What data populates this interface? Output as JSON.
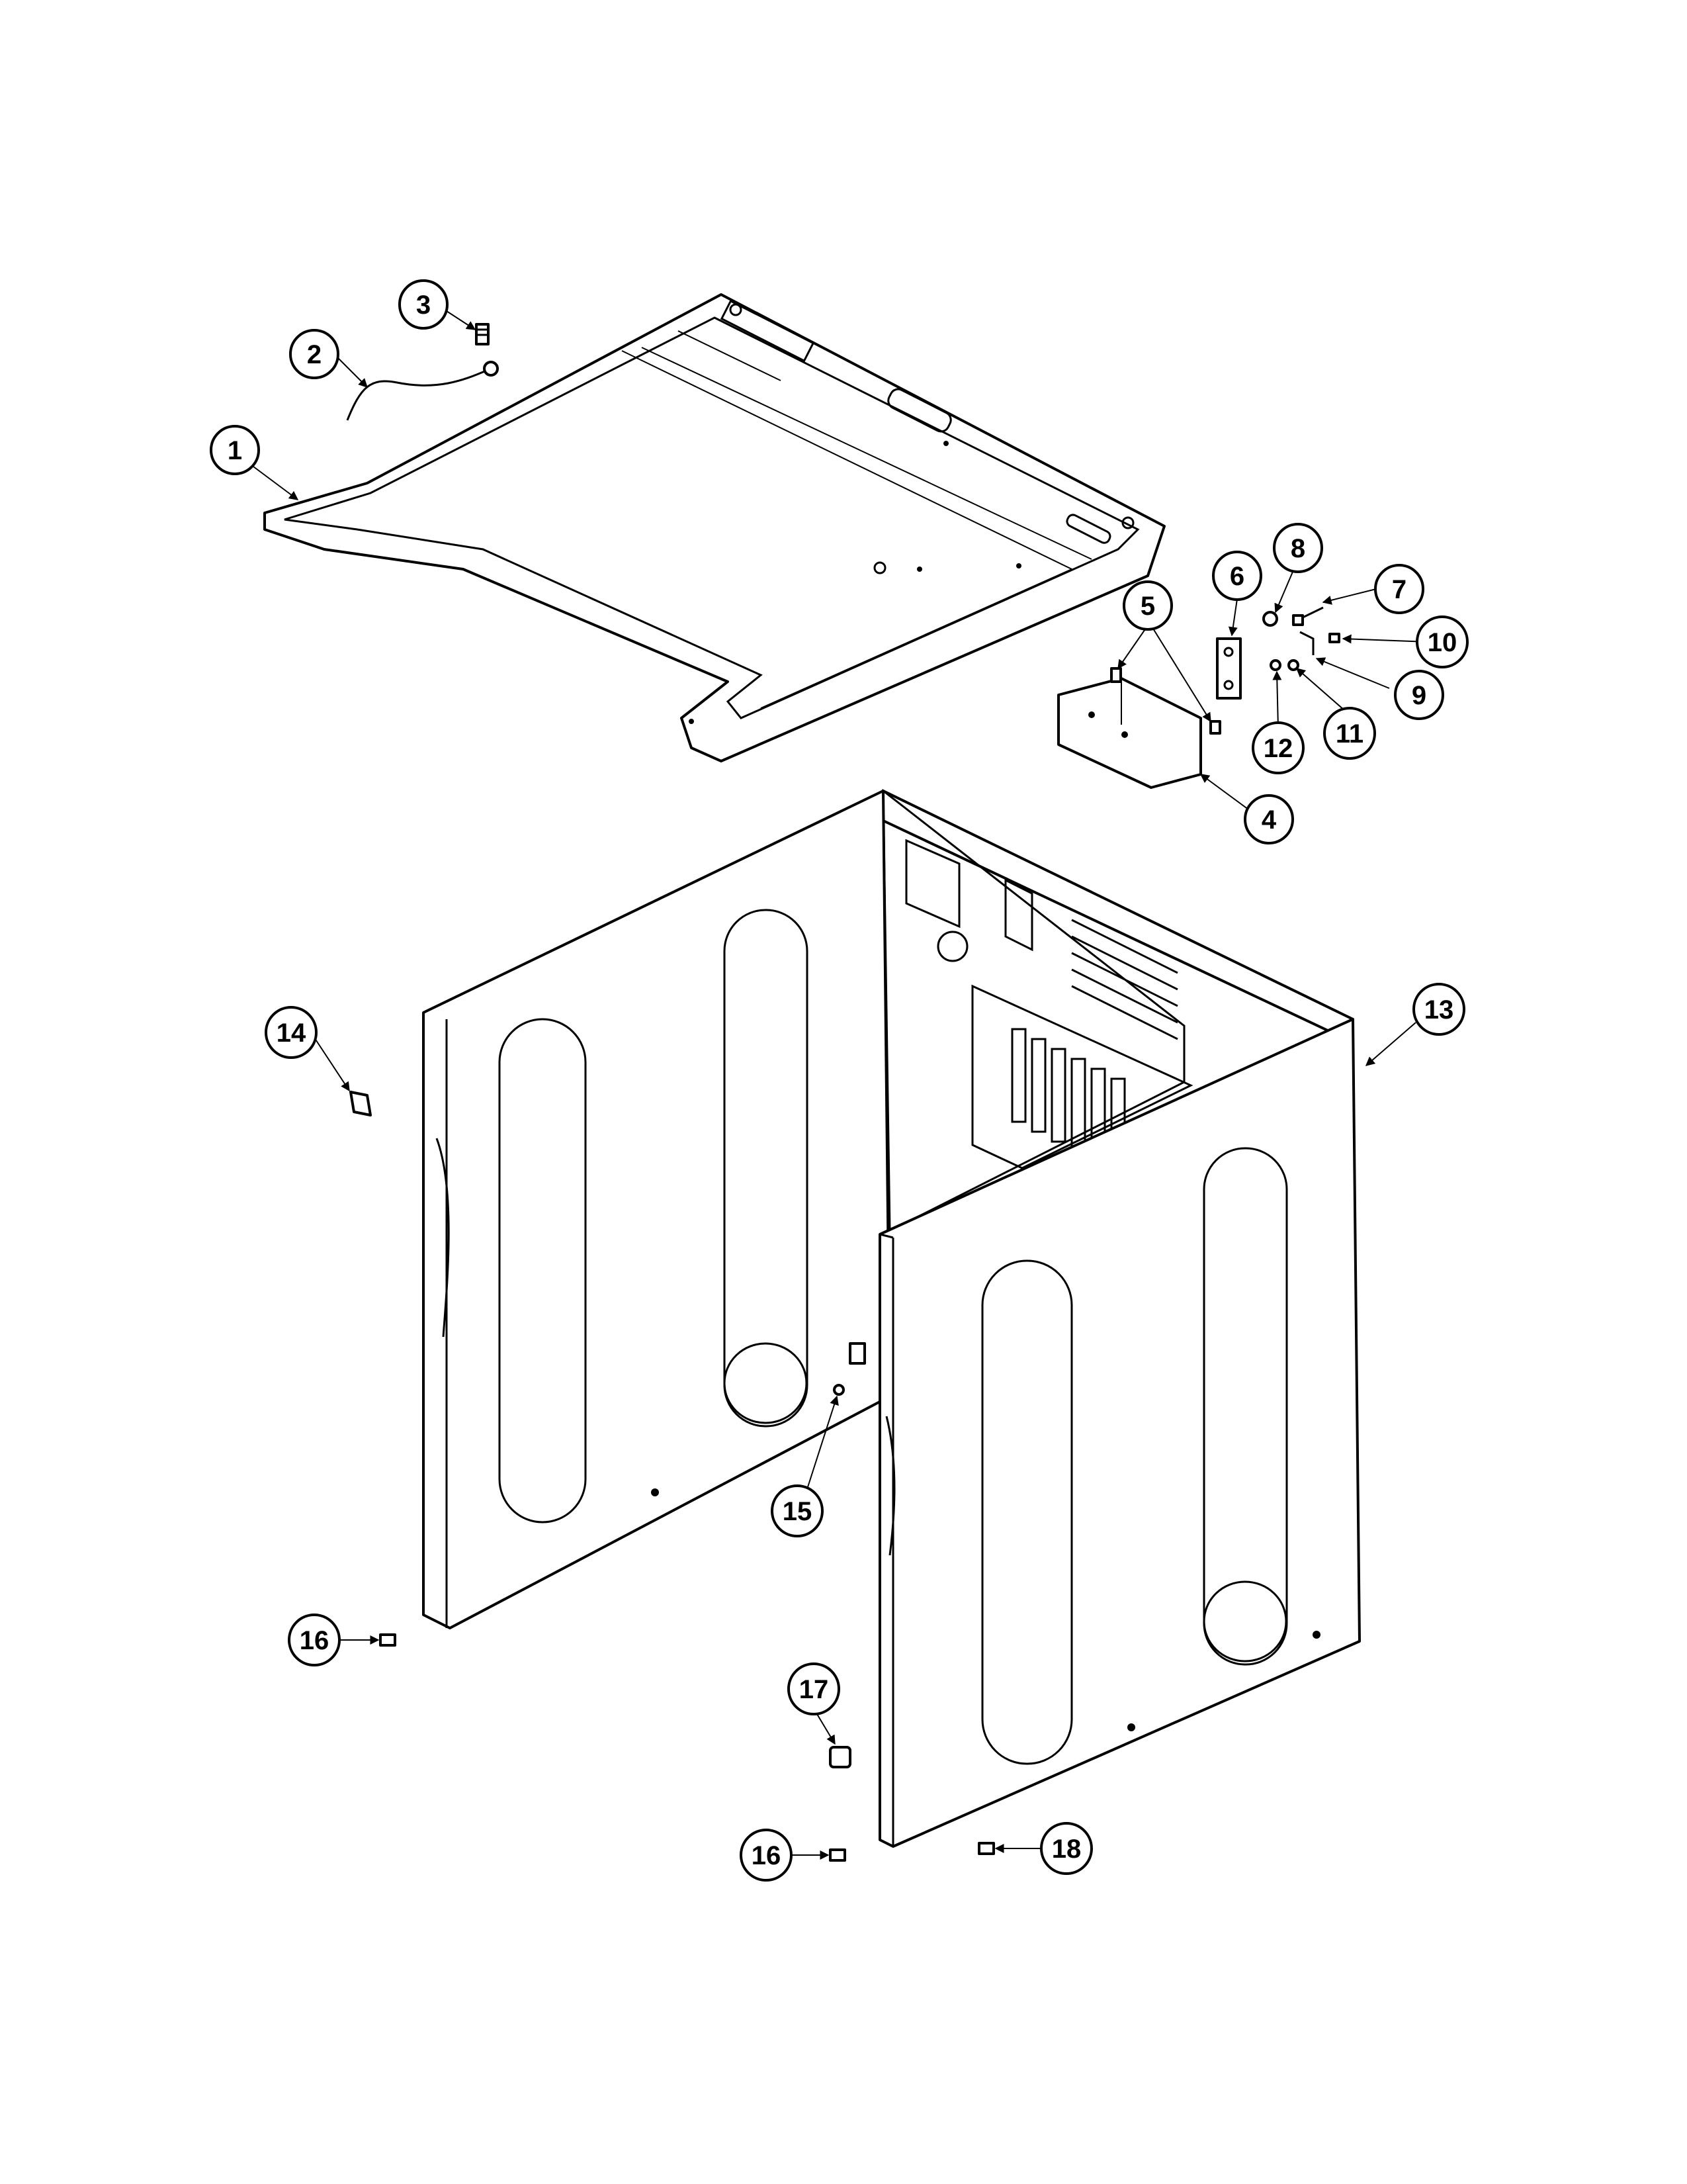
{
  "callouts": [
    {
      "id": "c1",
      "number": "1",
      "part": "top"
    },
    {
      "id": "c2",
      "number": "2",
      "part": "ground-wire"
    },
    {
      "id": "c3",
      "number": "3",
      "part": "screw"
    },
    {
      "id": "c4",
      "number": "4",
      "part": "bracket"
    },
    {
      "id": "c5",
      "number": "5",
      "part": "screws"
    },
    {
      "id": "c6",
      "number": "6",
      "part": "hinge"
    },
    {
      "id": "c7",
      "number": "7",
      "part": "screw"
    },
    {
      "id": "c8",
      "number": "8",
      "part": "washer"
    },
    {
      "id": "c9",
      "number": "9",
      "part": "clip"
    },
    {
      "id": "c10",
      "number": "10",
      "part": "screw"
    },
    {
      "id": "c11",
      "number": "11",
      "part": "washer"
    },
    {
      "id": "c12",
      "number": "12",
      "part": "washer"
    },
    {
      "id": "c13",
      "number": "13",
      "part": "cabinet"
    },
    {
      "id": "c14",
      "number": "14",
      "part": "clip"
    },
    {
      "id": "c15",
      "number": "15",
      "part": "clip"
    },
    {
      "id": "c16a",
      "number": "16",
      "part": "screw"
    },
    {
      "id": "c16b",
      "number": "16",
      "part": "screw"
    },
    {
      "id": "c17",
      "number": "17",
      "part": "glide"
    },
    {
      "id": "c18",
      "number": "18",
      "part": "screw"
    }
  ],
  "colors": {
    "ink": "#000000",
    "paper": "#ffffff"
  }
}
